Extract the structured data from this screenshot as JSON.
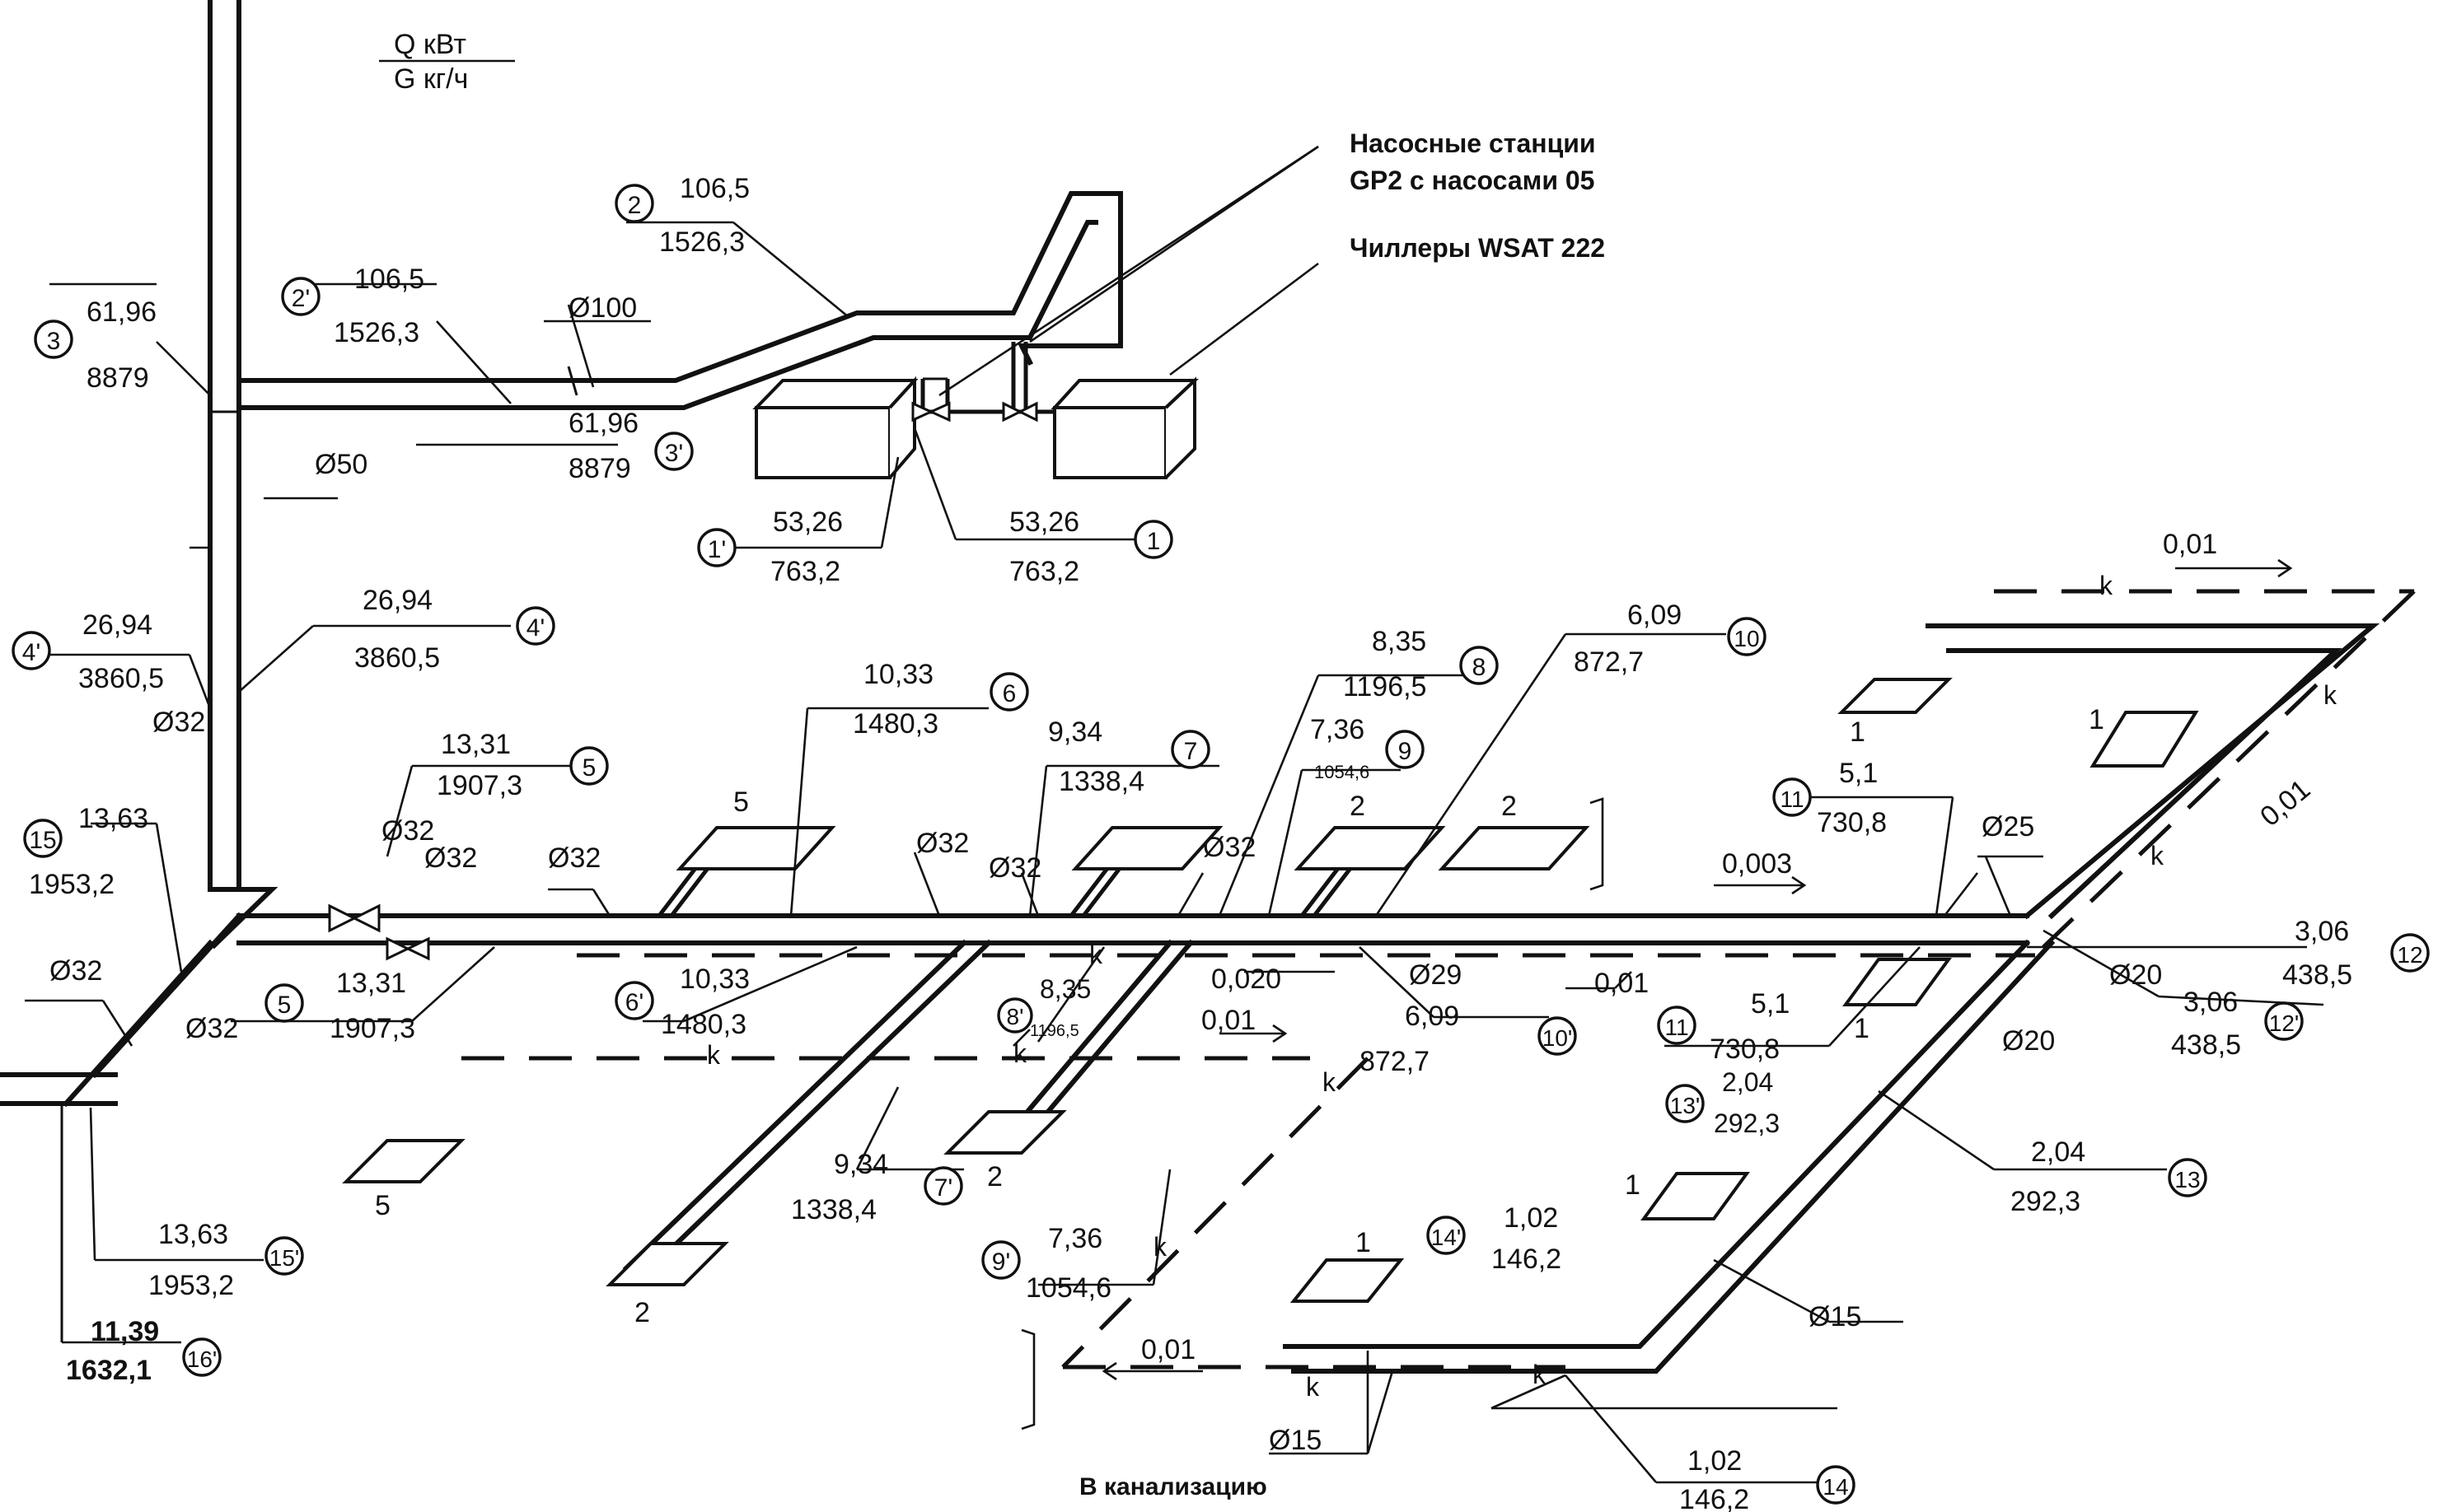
{
  "legend": {
    "numerator": "Q кВт",
    "denominator": "G кг/ч"
  },
  "captions": {
    "pump_stations_line1": "Насосные станции",
    "pump_stations_line2": "GP2 с насосами 05",
    "chillers": "Чиллеры WSAT 222",
    "sewer": "В канализацию"
  },
  "diameters": {
    "d100": "Ø100",
    "d50": "Ø50",
    "d32": "Ø32",
    "d25": "Ø25",
    "d29": "Ø29",
    "d20": "Ø20",
    "d15": "Ø15"
  },
  "slopes": {
    "s001": "0,01",
    "s0003": "0,003",
    "s0020": "0,020",
    "k": "k"
  },
  "segments": [
    {
      "id": "1",
      "q": "53,26",
      "g": "763,2"
    },
    {
      "id": "1'",
      "q": "53,26",
      "g": "763,2"
    },
    {
      "id": "2",
      "q": "106,5",
      "g": "1526,3"
    },
    {
      "id": "2'",
      "q": "106,5",
      "g": "1526,3"
    },
    {
      "id": "3",
      "q": "61,96",
      "g": "8879"
    },
    {
      "id": "3'",
      "q": "61,96",
      "g": "8879"
    },
    {
      "id": "4",
      "q": "26,94",
      "g": "3860,5"
    },
    {
      "id": "4'",
      "q": "26,94",
      "g": "3860,5"
    },
    {
      "id": "5",
      "q": "13,31",
      "g": "1907,3"
    },
    {
      "id": "5",
      "q": "13,31",
      "g": "1907,3"
    },
    {
      "id": "6",
      "q": "10,33",
      "g": "1480,3"
    },
    {
      "id": "6'",
      "q": "10,33",
      "g": "1480,3"
    },
    {
      "id": "7",
      "q": "9,34",
      "g": "1338,4"
    },
    {
      "id": "7'",
      "q": "9,34",
      "g": "1338,4"
    },
    {
      "id": "8",
      "q": "8,35",
      "g": "1196,5"
    },
    {
      "id": "8'",
      "q": "8,35",
      "g": "1196,5"
    },
    {
      "id": "9",
      "q": "7,36",
      "g": "1054,6"
    },
    {
      "id": "9'",
      "q": "7,36",
      "g": "1054,6"
    },
    {
      "id": "10",
      "q": "6,09",
      "g": "872,7"
    },
    {
      "id": "10'",
      "q": "6,09",
      "g": "872,7"
    },
    {
      "id": "11",
      "q": "5,1",
      "g": "730,8"
    },
    {
      "id": "11",
      "q": "5,1",
      "g": "730,8"
    },
    {
      "id": "12",
      "q": "3,06",
      "g": "438,5"
    },
    {
      "id": "12'",
      "q": "3,06",
      "g": "438,5"
    },
    {
      "id": "13",
      "q": "2,04",
      "g": "292,3"
    },
    {
      "id": "13'",
      "q": "2,04",
      "g": "292,3"
    },
    {
      "id": "14",
      "q": "1,02",
      "g": "146,2"
    },
    {
      "id": "14'",
      "q": "1,02",
      "g": "146,2"
    },
    {
      "id": "15",
      "q": "13,63",
      "g": "1953,2"
    },
    {
      "id": "15'",
      "q": "13,63",
      "g": "1953,2"
    },
    {
      "id": "16'",
      "q": "11,39",
      "g": "1632,1"
    }
  ],
  "units": [
    {
      "id": "u5a",
      "label": "5"
    },
    {
      "id": "u5b",
      "label": "5"
    },
    {
      "id": "u2a",
      "label": "2"
    },
    {
      "id": "u2b",
      "label": "2"
    },
    {
      "id": "u2c",
      "label": "2"
    },
    {
      "id": "u2d",
      "label": "2"
    },
    {
      "id": "u1a",
      "label": "1"
    },
    {
      "id": "u1b",
      "label": "1"
    },
    {
      "id": "u1c",
      "label": "1"
    },
    {
      "id": "u1d",
      "label": "1"
    },
    {
      "id": "u1e",
      "label": "1"
    }
  ]
}
